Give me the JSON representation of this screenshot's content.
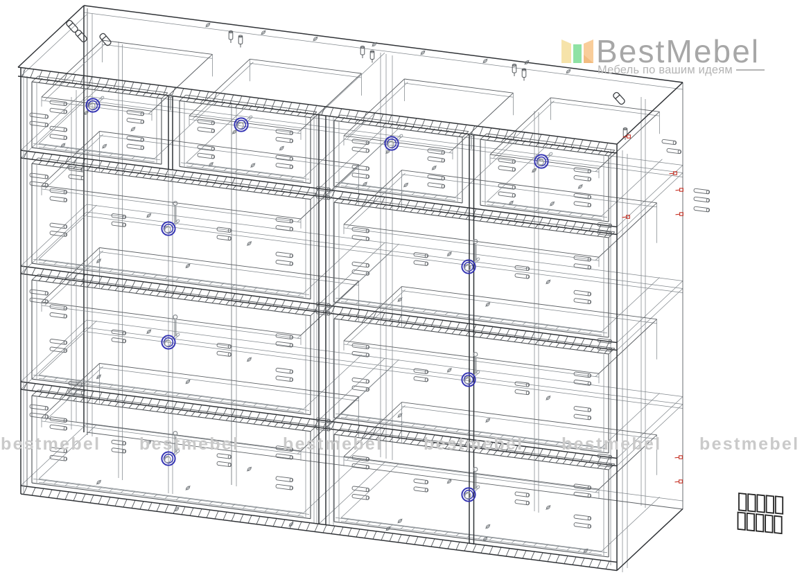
{
  "page": {
    "background": "#ffffff"
  },
  "logo": {
    "brand": "BestMebel",
    "tagline": "Мебель по вашим идеям",
    "text_color": "#a7a7a7",
    "tagline_color": "#b4b4b4",
    "icon_colors": {
      "left": "#f6e3a9",
      "middle": "#8fe2a4",
      "right": "#f9cd9a",
      "fold": "#f2bc80"
    }
  },
  "watermark": {
    "text": "bestmebel",
    "color": "#cacaca",
    "count": 6
  },
  "drawing": {
    "subject": "chest of drawers assembly wireframe",
    "drawer_knob_count": 10,
    "knob_color": "#3434b4",
    "line_color": "#3a3d40",
    "marker_color": "#c63226",
    "hardware_plate_count": 10
  }
}
